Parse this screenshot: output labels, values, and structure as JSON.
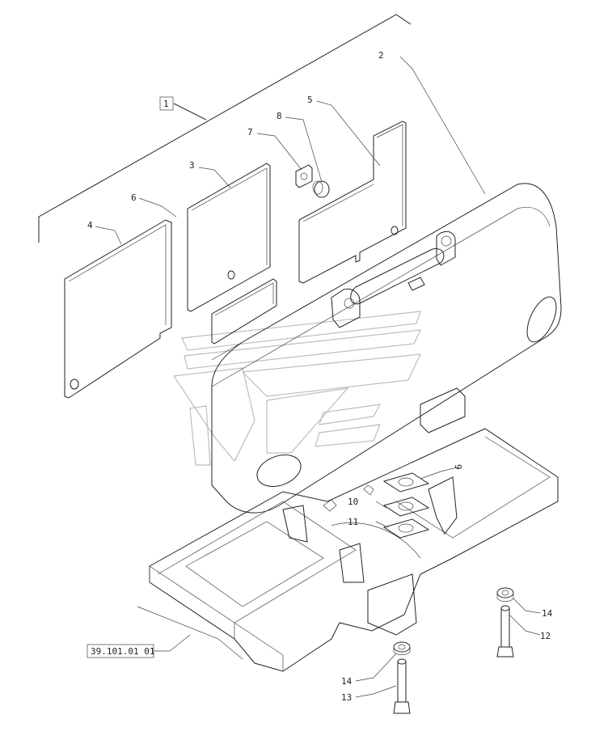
{
  "diagram": {
    "callouts": [
      {
        "id": "c1",
        "label": "1"
      },
      {
        "id": "c2",
        "label": "2"
      },
      {
        "id": "c3",
        "label": "3"
      },
      {
        "id": "c4",
        "label": "4"
      },
      {
        "id": "c5",
        "label": "5"
      },
      {
        "id": "c6",
        "label": "6"
      },
      {
        "id": "c7",
        "label": "7"
      },
      {
        "id": "c8",
        "label": "8"
      },
      {
        "id": "c9",
        "label": "9"
      },
      {
        "id": "c10",
        "label": "10"
      },
      {
        "id": "c11",
        "label": "11"
      },
      {
        "id": "c12",
        "label": "12"
      },
      {
        "id": "c13",
        "label": "13"
      },
      {
        "id": "c14a",
        "label": "14"
      },
      {
        "id": "c14b",
        "label": "14"
      }
    ],
    "reference": "39.101.01 01"
  }
}
